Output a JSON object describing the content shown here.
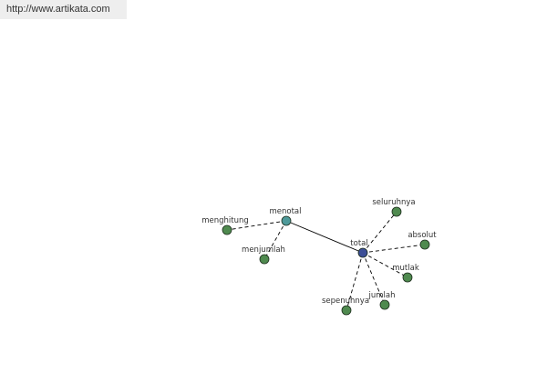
{
  "banner": {
    "url_text": "http://www.artikata.com"
  },
  "colors": {
    "background": "#ffffff",
    "banner_bg": "#eeeeee",
    "banner_text": "#333333",
    "edge": "#000000",
    "leaf_node": "#4f8a4f",
    "hub_node_menotal": "#4e9a9a",
    "hub_node_total": "#3c4e96",
    "node_outline": "#1e2e1e",
    "label_text": "#333333"
  },
  "graph": {
    "nodes": [
      {
        "id": "menotal",
        "label": "menotal",
        "kind": "hub",
        "color_key": "hub_node_menotal"
      },
      {
        "id": "total",
        "label": "total",
        "kind": "hub",
        "color_key": "hub_node_total"
      },
      {
        "id": "menghitung",
        "label": "menghitung",
        "kind": "leaf",
        "color_key": "leaf_node"
      },
      {
        "id": "menjumlah",
        "label": "menjumlah",
        "kind": "leaf",
        "color_key": "leaf_node"
      },
      {
        "id": "seluruhnya",
        "label": "seluruhnya",
        "kind": "leaf",
        "color_key": "leaf_node"
      },
      {
        "id": "absolut",
        "label": "absolut",
        "kind": "leaf",
        "color_key": "leaf_node"
      },
      {
        "id": "mutlak",
        "label": "mutlak",
        "kind": "leaf",
        "color_key": "leaf_node"
      },
      {
        "id": "jumlah",
        "label": "jumlah",
        "kind": "leaf",
        "color_key": "leaf_node"
      },
      {
        "id": "sepenuhnya",
        "label": "sepenuhnya",
        "kind": "leaf",
        "color_key": "leaf_node"
      }
    ],
    "edges": [
      {
        "from": "menotal",
        "to": "total",
        "style": "solid"
      },
      {
        "from": "menotal",
        "to": "menghitung",
        "style": "dashed"
      },
      {
        "from": "menotal",
        "to": "menjumlah",
        "style": "dashed"
      },
      {
        "from": "total",
        "to": "seluruhnya",
        "style": "dashed"
      },
      {
        "from": "total",
        "to": "absolut",
        "style": "dashed"
      },
      {
        "from": "total",
        "to": "mutlak",
        "style": "dashed"
      },
      {
        "from": "total",
        "to": "jumlah",
        "style": "dashed"
      },
      {
        "from": "total",
        "to": "sepenuhnya",
        "style": "dashed"
      }
    ]
  }
}
